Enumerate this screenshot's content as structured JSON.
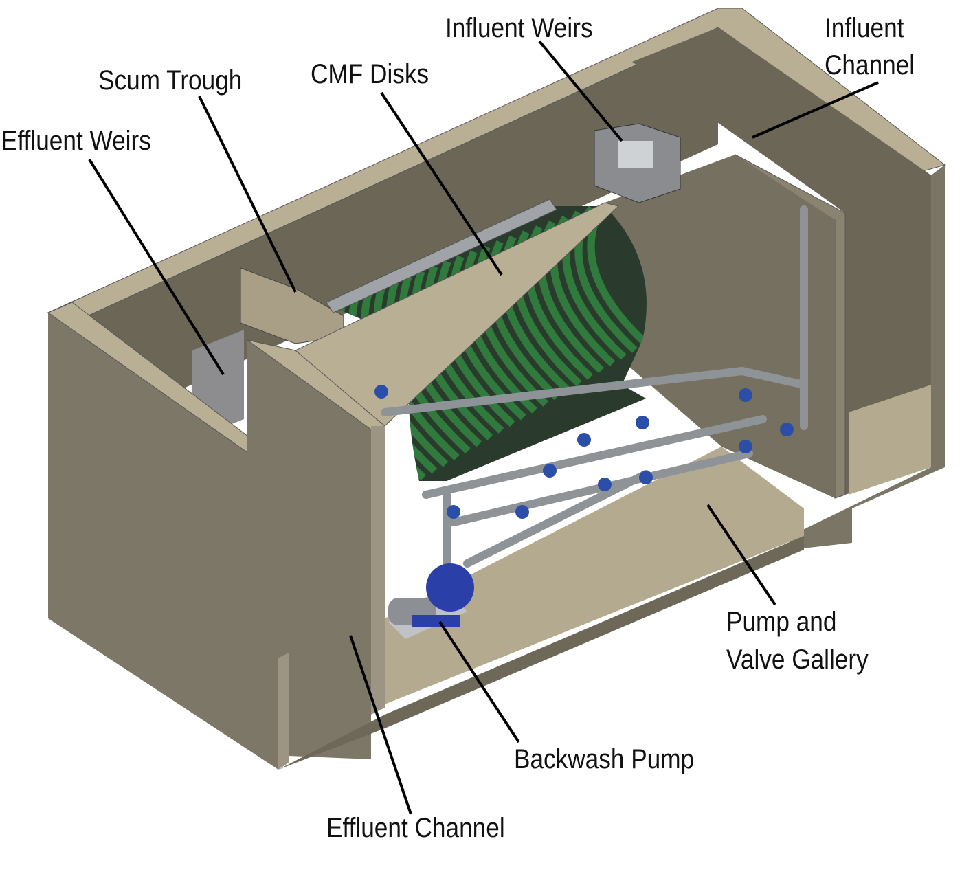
{
  "labels": {
    "influent_weirs": "Influent Weirs",
    "influent_channel_1": "Influent",
    "influent_channel_2": "Channel",
    "scum_trough": "Scum Trough",
    "cmf_disks": "CMF Disks",
    "effluent_weirs": "Effluent Weirs",
    "pump_gallery_1": "Pump and",
    "pump_gallery_2": "Valve Gallery",
    "backwash_pump": "Backwash Pump",
    "effluent_channel": "Effluent Channel"
  },
  "colors": {
    "concrete_face": "#7b7565",
    "concrete_top": "#b9af95",
    "interior": "#6c6656",
    "floor": "#b4aa90",
    "disk_green": "#2f7a3c",
    "disk_dark": "#1a1f1a",
    "pipe": "#9a9ea4",
    "valve_blue": "#2b4fa8"
  },
  "drum": {
    "disk_count": 22
  }
}
